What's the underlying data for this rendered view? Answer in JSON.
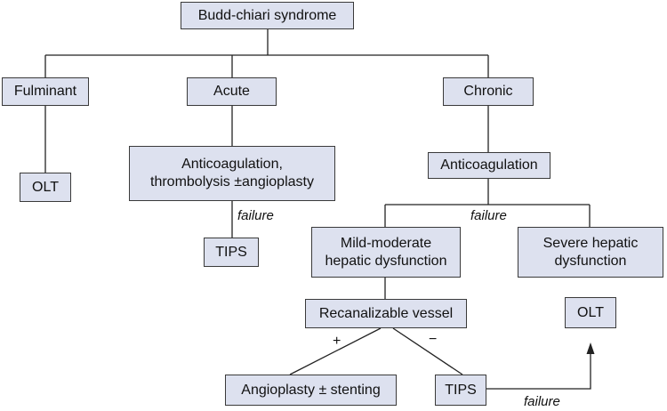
{
  "nodes": {
    "root": "Budd-chiari syndrome",
    "fulminant": "Fulminant",
    "acute": "Acute",
    "chronic": "Chronic",
    "olt_left": "OLT",
    "anticoag_thrombo": "Anticoagulation,\nthrombolysis ±angioplasty",
    "tips_acute": "TIPS",
    "anticoag_chronic": "Anticoagulation",
    "mild_moderate": "Mild-moderate\nhepatic dysfunction",
    "severe": "Severe hepatic\ndysfunction",
    "recanalizable": "Recanalizable vessel",
    "olt_right": "OLT",
    "angioplasty_stenting": "Angioplasty ± stenting",
    "tips_chronic": "TIPS"
  },
  "edge_labels": {
    "failure_acute": "failure",
    "failure_chronic": "failure",
    "failure_tips": "failure",
    "plus": "+",
    "minus": "−"
  },
  "colors": {
    "box_fill": "#dde1ef",
    "box_border": "#3a3a3a",
    "line": "#222222",
    "text": "#111111"
  }
}
